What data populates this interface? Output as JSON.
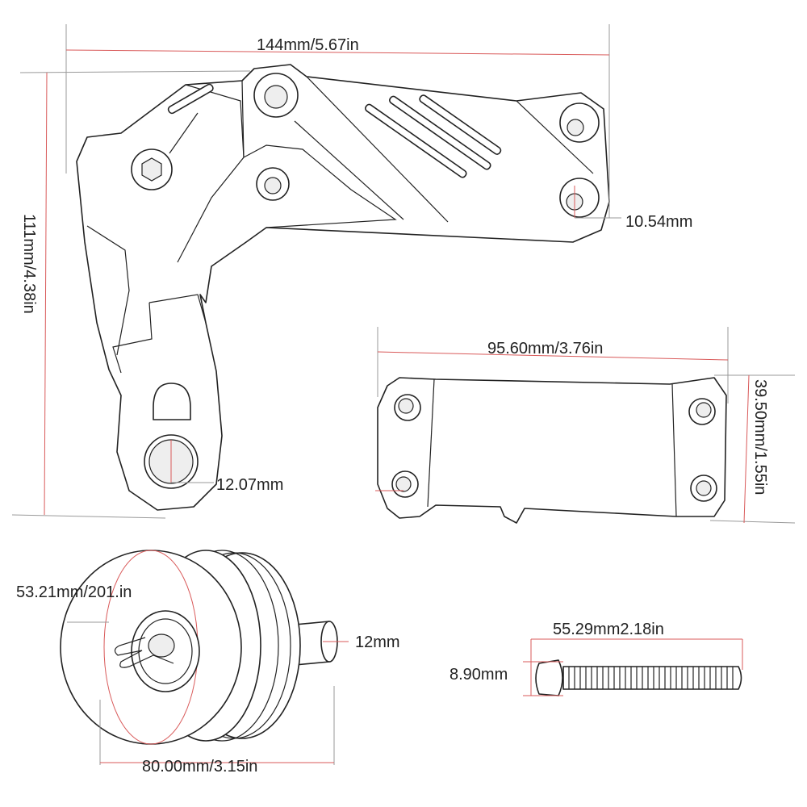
{
  "colors": {
    "dimension_line": "#d95a5a",
    "outline": "#222222",
    "background": "#ffffff"
  },
  "labels": {
    "bracket_width": "144mm/5.67in",
    "bracket_height": "111mm/4.38in",
    "bracket_hole_right": "10.54mm",
    "bracket_hole_bottom": "12.07mm",
    "plate_width": "95.60mm/3.76in",
    "plate_height": "39.50mm/1.55in",
    "slider_face_diameter": "53.21mm/201.in",
    "slider_shaft_diameter": "12mm",
    "slider_length": "80.00mm/3.15in",
    "bolt_length": "55.29mm2.18in",
    "bolt_head": "8.90mm"
  },
  "icons": [
    "bracket-part",
    "plate-part",
    "frame-slider-part",
    "bolt-part"
  ]
}
